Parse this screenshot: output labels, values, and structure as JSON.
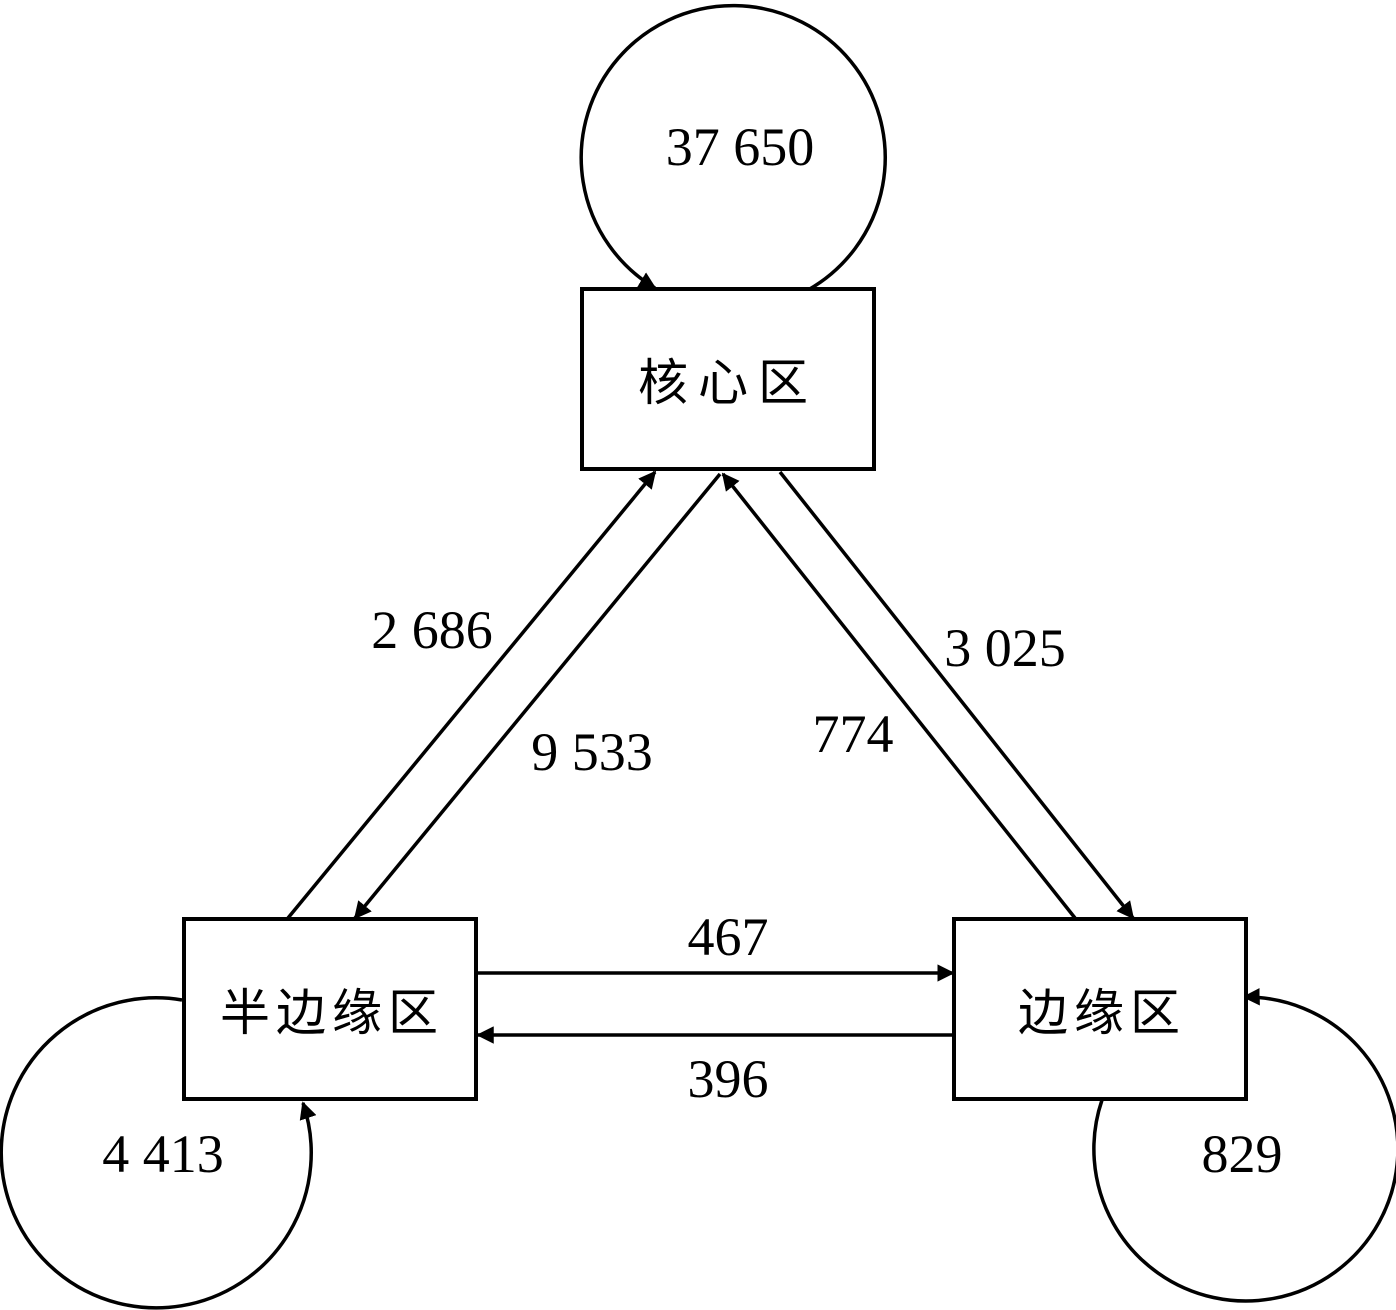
{
  "nodes": {
    "core": "核心区",
    "semi_periphery": "半边缘区",
    "periphery": "边缘区"
  },
  "flows": {
    "core_self": "37 650",
    "semi_self": "4 413",
    "periphery_self": "829",
    "semi_to_core": "2 686",
    "core_to_semi": "9 533",
    "core_to_periphery": "3 025",
    "periphery_to_core": "774",
    "semi_to_periphery": "467",
    "periphery_to_semi": "396"
  }
}
